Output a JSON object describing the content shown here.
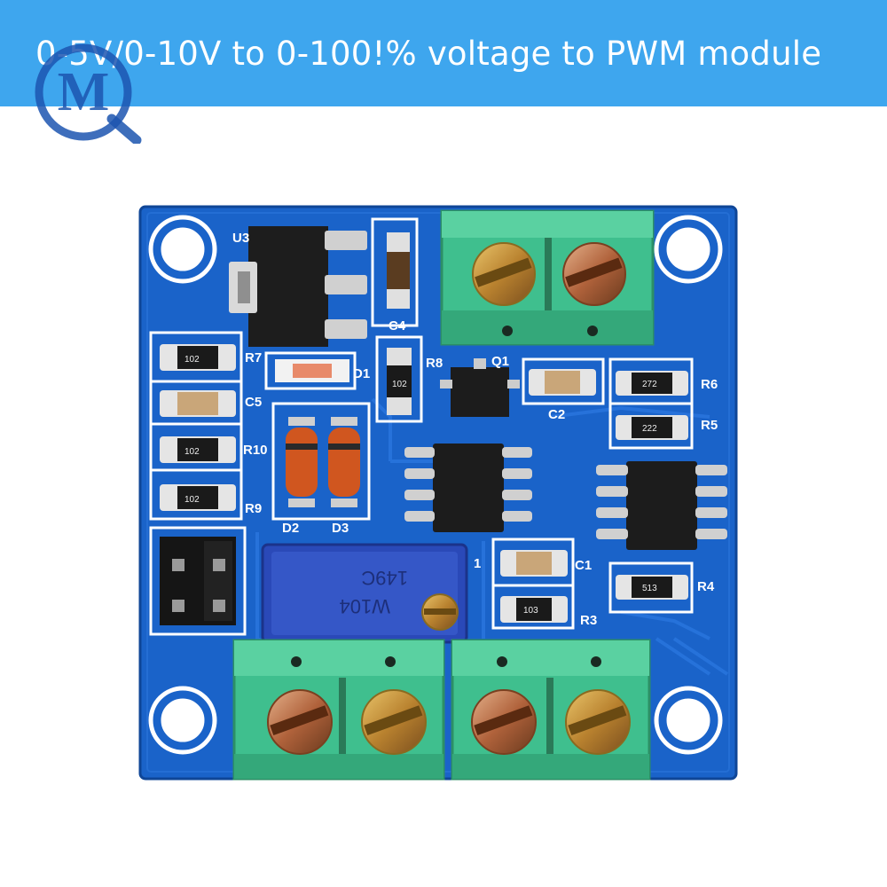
{
  "banner": {
    "title": "0-5V/0-10V to 0-100!% voltage to PWM module",
    "color": "#3ea6ee"
  },
  "logo": {
    "letter": "M"
  },
  "board": {
    "pcb_color": "#1a63c9",
    "terminal_color": "#3fbf8e",
    "labels": {
      "u3": "U3",
      "r7": "R7",
      "c5": "C5",
      "r10": "R10",
      "r9": "R9",
      "c4": "C4",
      "d1": "D1",
      "r8": "R8",
      "q1": "Q1",
      "c2": "C2",
      "r6": "R6",
      "r5": "R5",
      "d2": "D2",
      "d3": "D3",
      "c1": "C1",
      "r4": "R4",
      "r3": "R3",
      "one": "1"
    },
    "resistor_marks": {
      "r7": "102",
      "r10": "102",
      "r9": "102",
      "r8": "102",
      "r6": "272",
      "r5": "222",
      "r3": "103",
      "r4": "513"
    },
    "potentiometer": {
      "line1": "149C",
      "line2": "W104"
    }
  }
}
